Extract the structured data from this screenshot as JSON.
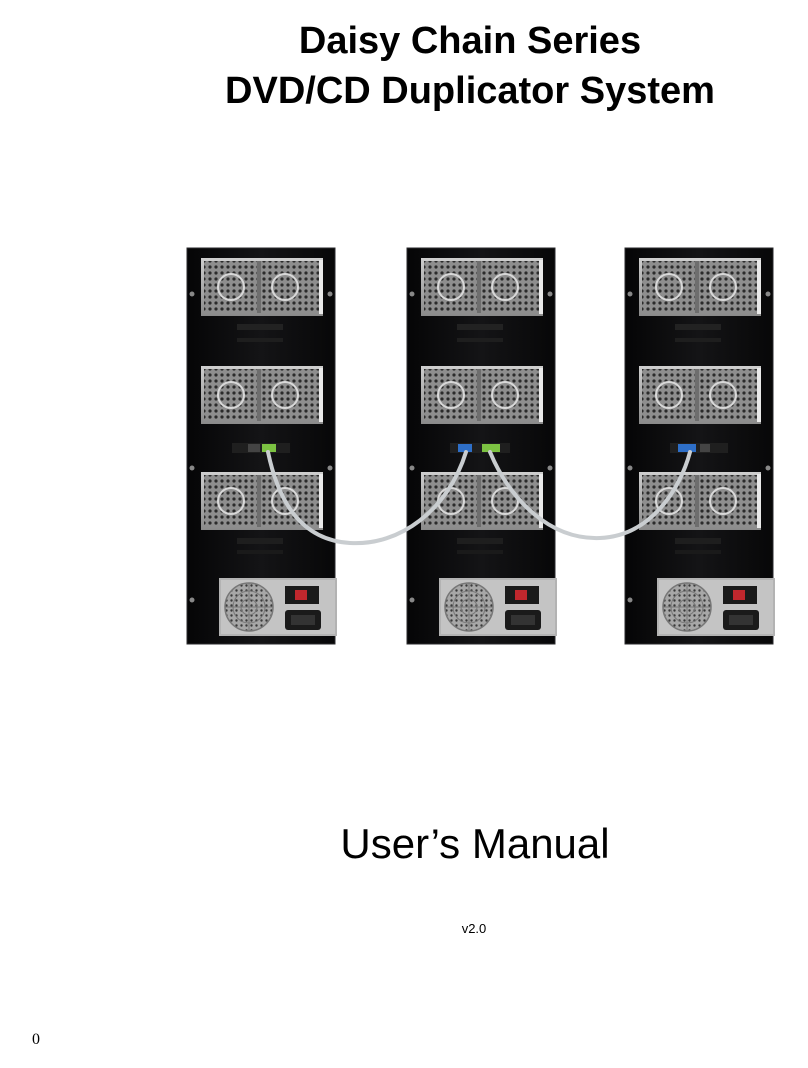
{
  "document": {
    "title_line_1": "Daisy Chain Series",
    "title_line_2": "DVD/CD Duplicator System",
    "subtitle": "User’s Manual",
    "version": "v2.0",
    "page_number": "0"
  },
  "illustration": {
    "tower_count": 3,
    "drive_bays_per_tower": 3,
    "colors": {
      "chassis": "#0d0d0f",
      "metal": "#9a9a9a",
      "cable": "#c9cdd0",
      "port_green": "#7cc242",
      "port_blue": "#2e6fc8"
    }
  }
}
